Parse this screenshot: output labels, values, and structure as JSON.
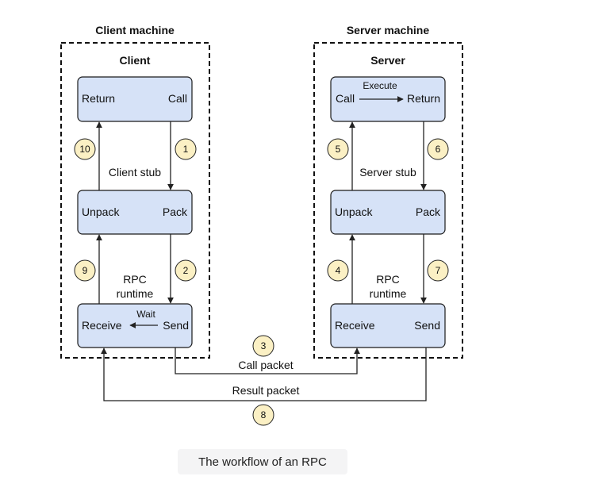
{
  "client_side": {
    "machine_title": "Client machine",
    "process_title": "Client",
    "stub_label": "Client stub",
    "runtime_label_line1": "RPC",
    "runtime_label_line2": "runtime",
    "top_box": {
      "left": "Return",
      "right": "Call"
    },
    "mid_box": {
      "left": "Unpack",
      "right": "Pack"
    },
    "bottom_box": {
      "left": "Receive",
      "right": "Send",
      "note": "Wait"
    }
  },
  "server_side": {
    "machine_title": "Server machine",
    "process_title": "Server",
    "stub_label": "Server stub",
    "runtime_label_line1": "RPC",
    "runtime_label_line2": "runtime",
    "top_box": {
      "left": "Call",
      "right": "Return",
      "note": "Execute"
    },
    "mid_box": {
      "left": "Unpack",
      "right": "Pack"
    },
    "bottom_box": {
      "left": "Receive",
      "right": "Send"
    }
  },
  "steps": {
    "s1": "1",
    "s2": "2",
    "s3": "3",
    "s4": "4",
    "s5": "5",
    "s6": "6",
    "s7": "7",
    "s8": "8",
    "s9": "9",
    "s10": "10"
  },
  "packets": {
    "call": "Call packet",
    "result": "Result packet"
  },
  "caption": "The workflow of an RPC"
}
